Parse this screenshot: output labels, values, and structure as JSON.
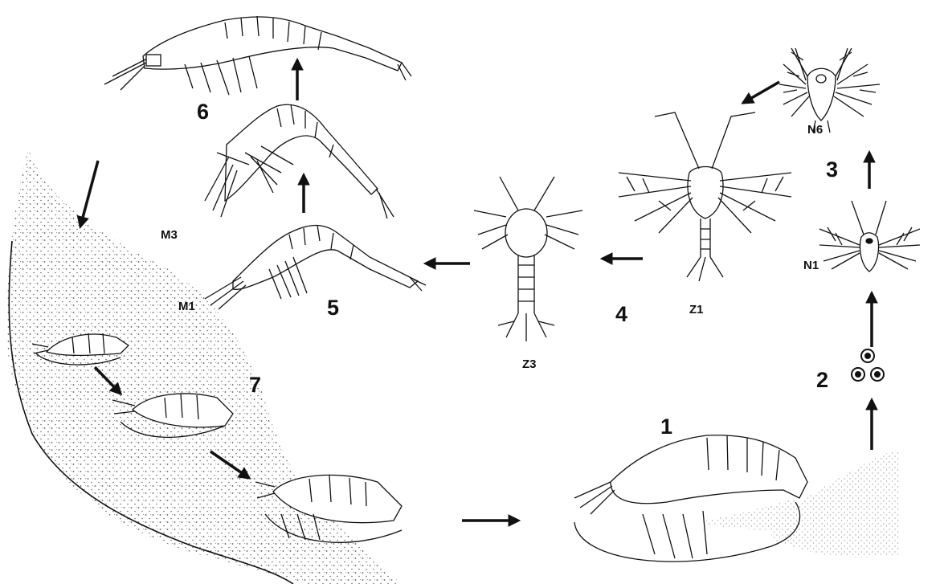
{
  "stages": {
    "s1": "1",
    "s2": "2",
    "s3": "3",
    "s4": "4",
    "s5": "5",
    "s6": "6",
    "s7": "7"
  },
  "larvae": {
    "n1": "N1",
    "n6": "N6",
    "z1": "Z1",
    "z3": "Z3",
    "m1": "M1",
    "m3": "M3"
  },
  "colors": {
    "ink": "#111111",
    "background": "#ffffff",
    "sediment": "#555555"
  }
}
